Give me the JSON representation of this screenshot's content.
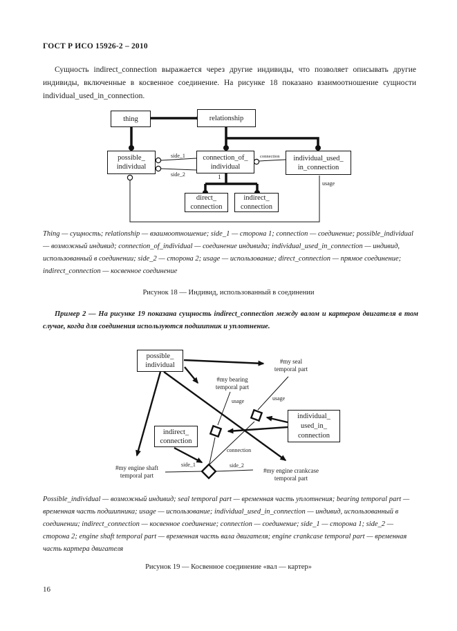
{
  "page": {
    "header": "ГОСТ Р ИСО 15926-2 – 2010",
    "page_number": "16"
  },
  "intro": {
    "text": "Сущность indirect_connection выражается через другие индивиды, что позволяет описывать другие индивиды, включенные в косвенное соединение. На рисунке 18 показано взаимоотношение сущности individual_used_in_connection."
  },
  "figure18": {
    "boxes": {
      "thing": "thing",
      "relationship": "relationship",
      "possible_individual": "possible_\nindividual",
      "connection_of_individual": "connection_of_\nindividual",
      "individual_used_in_connection": "individual_used_\nin_connection",
      "direct_connection": "direct_\nconnection",
      "indirect_connection": "indirect_\nconnection"
    },
    "labels": {
      "side_1": "side_1",
      "side_2": "side_2",
      "connection": "connection",
      "usage": "usage",
      "cardinality": "1"
    },
    "legend": "Thing — сущность; relationship — взаимоотношение; side_1 — сторона 1; connection — соединение; possible_individual — возможный индивид; connection_of_individual — соединение индивида; individual_used_in_connection — индивид, использованный в соединении; side_2 — сторона 2; usage — использование; direct_connection — прямое соединение; indirect_connection — косвенное соединение",
    "caption": "Рисунок 18 — Индивид, использованный в соединении"
  },
  "example": {
    "text": "Пример 2 — На рисунке 19 показана сущность indirect_connection между валом и картером двигателя в том случае, когда для соединения используются подшипник и уплотнение."
  },
  "figure19": {
    "boxes": {
      "possible_individual": "possible_\nindividual",
      "indirect_connection": "indirect_\nconnection",
      "individual_used_in_connection": "individual_\nused_in_\nconnection"
    },
    "labels": {
      "seal": "#my seal\ntemporal part",
      "bearing": "#my bearing\ntemporal part",
      "engine_shaft": "#my engine shaft\ntemporal part",
      "engine_crankcase": "#my engine crankcase\ntemporal part",
      "usage_1": "usage",
      "usage_2": "usage",
      "connection": "connection",
      "side_1": "side_1",
      "side_2": "side_2"
    },
    "legend": "Possible_individual — возможный индивид; seal temporal part — временная часть уплотнения; bearing temporal part — временная часть подшипника; usage — использование; individual_used_in_connection — индивид, использованный в соединении; indirect_connection — косвенное соединение; connection — соединение; side_1 — сторона 1; side_2 — сторона 2; engine shaft temporal part — временная часть вала двигателя; engine crankcase temporal part — временная часть картера двигателя",
    "caption": "Рисунок 19 — Косвенное соединение «вал — картер»"
  }
}
